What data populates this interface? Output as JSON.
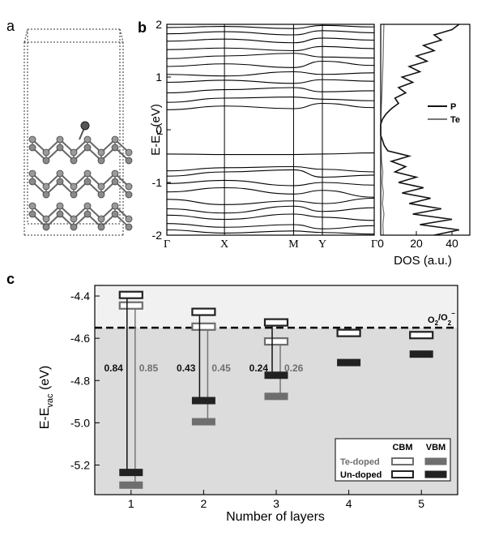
{
  "panels": {
    "a": {
      "label": "a"
    },
    "b": {
      "label": "b"
    },
    "c": {
      "label": "c"
    }
  },
  "chart_data": [
    {
      "panel": "b",
      "type": "line",
      "ylabel": "E-E",
      "ylabel_sub": "F",
      "ylabel_unit": " (eV)",
      "ylim": [
        -2,
        2
      ],
      "yticks": [
        -2,
        -1,
        0,
        1,
        2
      ],
      "xlabels": [
        "Γ",
        "X",
        "M",
        "Y",
        "Γ"
      ],
      "xpos": [
        0,
        1,
        2.2,
        2.7,
        3.6
      ],
      "bands": [
        [
          -0.46,
          -0.47,
          -0.47,
          -0.46,
          -0.44
        ],
        [
          -0.78,
          -0.72,
          -0.7,
          -0.75,
          -0.8
        ],
        [
          -0.88,
          -0.8,
          -0.76,
          -0.9,
          -0.86
        ],
        [
          -1.02,
          -0.96,
          -1.06,
          -1.0,
          -1.05
        ],
        [
          -1.18,
          -1.1,
          -1.22,
          -1.15,
          -1.28
        ],
        [
          -1.32,
          -1.42,
          -1.35,
          -1.4,
          -1.3
        ],
        [
          -1.5,
          -1.58,
          -1.45,
          -1.55,
          -1.48
        ],
        [
          -1.62,
          -1.7,
          -1.6,
          -1.66,
          -1.72
        ],
        [
          -1.78,
          -1.85,
          -1.8,
          -1.88,
          -1.82
        ],
        [
          -1.9,
          -1.96,
          -1.92,
          -1.95,
          -1.98
        ],
        [
          0.38,
          0.45,
          0.4,
          0.5,
          0.42
        ],
        [
          0.52,
          0.6,
          0.62,
          0.58,
          0.55
        ],
        [
          0.7,
          0.76,
          0.8,
          0.72,
          0.74
        ],
        [
          0.9,
          0.94,
          0.88,
          0.95,
          0.92
        ],
        [
          1.05,
          1.02,
          1.1,
          1.05,
          1.08
        ],
        [
          1.2,
          1.25,
          1.18,
          1.3,
          1.22
        ],
        [
          1.35,
          1.4,
          1.45,
          1.38,
          1.36
        ],
        [
          1.52,
          1.55,
          1.5,
          1.58,
          1.54
        ],
        [
          1.68,
          1.72,
          1.65,
          1.74,
          1.7
        ],
        [
          1.82,
          1.86,
          1.8,
          1.88,
          1.84
        ],
        [
          1.94,
          1.96,
          1.92,
          1.98,
          1.95
        ]
      ]
    },
    {
      "panel": "b-dos",
      "type": "line",
      "xlabel": "DOS (a.u.)",
      "xlim": [
        0,
        50
      ],
      "xticks": [
        0,
        20,
        40
      ],
      "ylim": [
        -2,
        2
      ],
      "series": [
        {
          "name": "P",
          "color": "#111111",
          "points": [
            [
              -2.0,
              30
            ],
            [
              -1.9,
              44
            ],
            [
              -1.8,
              22
            ],
            [
              -1.7,
              40
            ],
            [
              -1.6,
              18
            ],
            [
              -1.5,
              34
            ],
            [
              -1.4,
              16
            ],
            [
              -1.3,
              28
            ],
            [
              -1.2,
              12
            ],
            [
              -1.1,
              24
            ],
            [
              -1.0,
              10
            ],
            [
              -0.9,
              20
            ],
            [
              -0.8,
              8
            ],
            [
              -0.7,
              14
            ],
            [
              -0.6,
              6
            ],
            [
              -0.5,
              16
            ],
            [
              -0.4,
              4
            ],
            [
              -0.3,
              2
            ],
            [
              -0.2,
              1
            ],
            [
              -0.1,
              0
            ],
            [
              0.0,
              0
            ],
            [
              0.1,
              0
            ],
            [
              0.2,
              1
            ],
            [
              0.3,
              3
            ],
            [
              0.4,
              6
            ],
            [
              0.5,
              10
            ],
            [
              0.6,
              8
            ],
            [
              0.7,
              14
            ],
            [
              0.8,
              10
            ],
            [
              0.9,
              18
            ],
            [
              1.0,
              12
            ],
            [
              1.1,
              22
            ],
            [
              1.2,
              16
            ],
            [
              1.3,
              26
            ],
            [
              1.4,
              20
            ],
            [
              1.5,
              30
            ],
            [
              1.6,
              24
            ],
            [
              1.7,
              34
            ],
            [
              1.8,
              30
            ],
            [
              1.9,
              40
            ],
            [
              2.0,
              44
            ]
          ]
        },
        {
          "name": "Te",
          "color": "#777777",
          "points": [
            [
              -2.0,
              1.5
            ],
            [
              -1.8,
              1.2
            ],
            [
              -1.6,
              1.8
            ],
            [
              -1.4,
              1.0
            ],
            [
              -1.2,
              1.5
            ],
            [
              -1.0,
              0.8
            ],
            [
              -0.8,
              1.2
            ],
            [
              -0.6,
              0.5
            ],
            [
              -0.4,
              0.3
            ],
            [
              -0.2,
              0.1
            ],
            [
              0.0,
              0
            ],
            [
              0.2,
              0.1
            ],
            [
              0.4,
              0.3
            ],
            [
              0.6,
              0.6
            ],
            [
              0.8,
              0.8
            ],
            [
              1.0,
              1.0
            ],
            [
              1.2,
              1.2
            ],
            [
              1.4,
              1.4
            ],
            [
              1.6,
              1.5
            ],
            [
              1.8,
              1.6
            ],
            [
              2.0,
              1.8
            ]
          ]
        }
      ]
    },
    {
      "panel": "c",
      "type": "scatter",
      "xlabel": "Number of layers",
      "ylabel": "E-E",
      "ylabel_sub": "vac",
      "ylabel_unit": " (eV)",
      "xlim": [
        0.5,
        5.5
      ],
      "ylim": [
        -5.34,
        -4.35
      ],
      "xticks": [
        1,
        2,
        3,
        4,
        5
      ],
      "yticks": [
        -4.4,
        -4.6,
        -4.8,
        -5.0,
        -5.2
      ],
      "ytick_labels": [
        "-4.4",
        "-4.6",
        "-4.8",
        "-5.0",
        "-5.2"
      ],
      "redox_level": -4.55,
      "redox_label": "O",
      "redox_label_sub": "2",
      "redox_label_mid": "/O",
      "redox_label_sub2": "2",
      "redox_label_sup": "−",
      "series": [
        {
          "name": "Te-doped",
          "cbm": [
            -4.445,
            -4.545,
            -4.615,
            null,
            null
          ],
          "vbm": [
            -5.295,
            -4.995,
            -4.875,
            null,
            null
          ],
          "gaps": [
            "0.85",
            "0.45",
            "0.26",
            null,
            null
          ],
          "color": "#6e6e6e"
        },
        {
          "name": "Un-doped",
          "cbm": [
            -4.395,
            -4.475,
            -4.525,
            -4.575,
            -4.585
          ],
          "vbm": [
            -5.235,
            -4.895,
            -4.775,
            -4.715,
            -4.675
          ],
          "gaps": [
            "0.84",
            "0.43",
            "0.24",
            null,
            null
          ],
          "color": "#222222"
        }
      ],
      "legend": {
        "col_cbm": "CBM",
        "col_vbm": "VBM",
        "position": "bottom-right"
      }
    }
  ]
}
